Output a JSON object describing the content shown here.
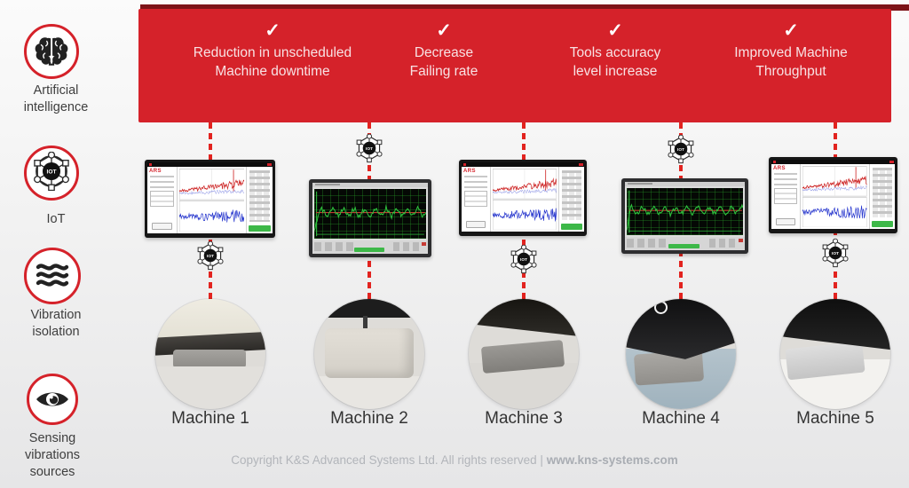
{
  "colors": {
    "accent_red": "#d5222a",
    "dark_red_strip": "#7c1317",
    "dash_red": "#e2231f",
    "button_green": "#3db848",
    "chart_red": "#cc1f1f",
    "chart_blue": "#2030cc",
    "scope_green": "#2ec63f"
  },
  "sidebar": {
    "items": [
      {
        "icon": "brain-icon",
        "label": "Artificial intelligence"
      },
      {
        "icon": "iot-network-icon",
        "label": "IoT"
      },
      {
        "icon": "vibration-waves-icon",
        "label": "Vibration isolation"
      },
      {
        "icon": "eye-icon",
        "label": "Sensing vibrations sources"
      }
    ]
  },
  "banner": {
    "checkmark": "✓",
    "benefits": [
      "Reduction in unscheduled Machine downtime",
      "Decrease Failing rate",
      "Tools accuracy level increase",
      "Improved Machine Throughput"
    ]
  },
  "iot_badge": {
    "label": "IOT"
  },
  "monitors": {
    "analytics_logo": "ARS"
  },
  "machines": [
    {
      "label": "Machine 1",
      "monitor_type": "vibration-analytics",
      "iot_node": "below-monitor"
    },
    {
      "label": "Machine 2",
      "monitor_type": "oscilloscope",
      "iot_node": "above-monitor"
    },
    {
      "label": "Machine 3",
      "monitor_type": "vibration-analytics",
      "iot_node": "below-monitor"
    },
    {
      "label": "Machine 4",
      "monitor_type": "oscilloscope",
      "iot_node": "above-monitor"
    },
    {
      "label": "Machine 5",
      "monitor_type": "vibration-analytics",
      "iot_node": "below-monitor"
    }
  ],
  "footer": {
    "copyright": "Copyright K&S Advanced Systems Ltd. All rights reserved",
    "separator": "|",
    "url": "www.kns-systems.com"
  }
}
